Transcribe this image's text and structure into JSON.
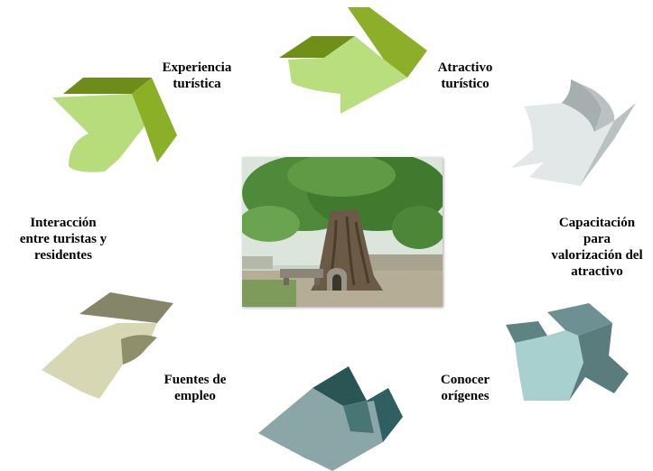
{
  "cycle": {
    "photo_alt": "Árbol",
    "nodes": [
      {
        "label": "Experiencia\nturística"
      },
      {
        "label": "Atractivo\nturístico"
      },
      {
        "label": "Capacitación\npara\nvalorización del\natractivo"
      },
      {
        "label": "Conocer\norígenes"
      },
      {
        "label": "Fuentes de\nempleo"
      },
      {
        "label": "Interacción\nentre turistas y\nresidentes"
      }
    ],
    "arrow_colors": {
      "green_light": "#b5d978",
      "green_dark": "#7a9b1c",
      "gray_light": "#dfe5e5",
      "gray_dark": "#a9b2b2",
      "teal_light": "#a9d1d0",
      "teal_dark": "#6e8f90",
      "darkteal_light": "#8aa4a4",
      "darkteal_dark": "#2d5c5c",
      "olive_light": "#d6d6b2",
      "olive_dark": "#8b8b68"
    }
  }
}
